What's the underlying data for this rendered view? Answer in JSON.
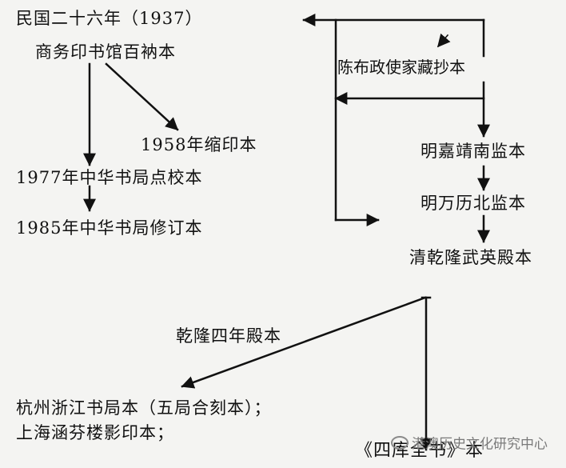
{
  "nodes": {
    "minguo_line1": "民国二十六年（1937）",
    "minguo_line2": "商务印书馆百衲本",
    "suoyin_1958": "1958年缩印本",
    "dianjiao_1977": "1977年中华书局点校本",
    "xiuding_1985": "1985年中华书局修订本",
    "chen_buzheng": "陈布政使家藏抄本",
    "ming_nanjian": "明嘉靖南监本",
    "ming_beijian": "明万历北监本",
    "qing_wuying": "清乾隆武英殿本",
    "qianlong_4": "乾隆四年殿本",
    "hangzhou": "杭州浙江书局本（五局合刻本）；",
    "shanghai": "上海涵芬楼影印本；",
    "siku_partial": "《四库全书》本"
  },
  "watermark": "港澳历史文化研究中心"
}
